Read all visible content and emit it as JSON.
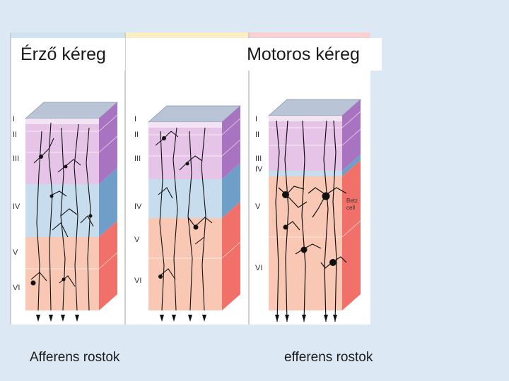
{
  "titles": {
    "left": "Érző kéreg",
    "right": "Motoros kéreg"
  },
  "captions": {
    "left": "Afferens rostok",
    "right": "efferens rostok"
  },
  "columns": [
    {
      "name": "sensory",
      "layer_labels": [
        "I",
        "II",
        "III",
        "IV",
        "V",
        "VI"
      ]
    },
    {
      "name": "association",
      "layer_labels": [
        "I",
        "II",
        "III",
        "IV",
        "V",
        "VI"
      ]
    },
    {
      "name": "motor",
      "layer_labels": [
        "I",
        "II",
        "III",
        "IV",
        "V",
        "VI"
      ],
      "cell_label": [
        "Betz",
        "cell"
      ]
    }
  ],
  "colors": {
    "slide_background": "#dde8f5",
    "layer_purple": "#e6c4e8",
    "layer_blue": "#c7dcec",
    "layer_salmon": "#f8c8b4",
    "side_purple": "#a874c2",
    "side_blue": "#6f9fc9",
    "side_red": "#f2706a",
    "top_face": "#b9c4d6",
    "neuron": "#111111"
  }
}
